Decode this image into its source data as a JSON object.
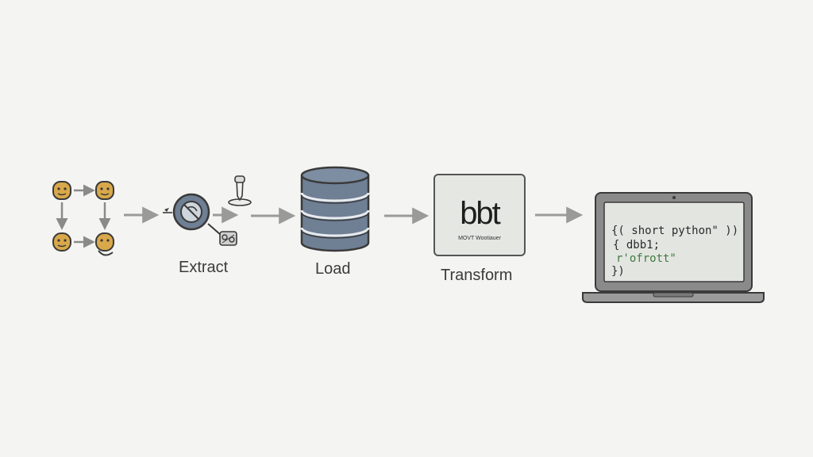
{
  "steps": {
    "extract_label": "Extract",
    "load_label": "Load",
    "transform_label": "Transform"
  },
  "dbt_box": {
    "logo_text": "bbt",
    "subtitle": "MOVT Wootiauer"
  },
  "laptop_code": {
    "line1": "{( short python\" ))",
    "line2": "{ dbb1;",
    "line3": "r'ofrott\"",
    "line4": "})"
  },
  "colors": {
    "background": "#f4f4f2",
    "arrow": "#9a9a9a",
    "node_fill": "#d9a84a",
    "db_fill": "#6f7f94",
    "outline": "#4a4a4a",
    "code_green": "#3d7a3d"
  },
  "icons": [
    "data-node-icon",
    "extract-lens-icon",
    "pin-icon",
    "gear-package-icon",
    "database-icon",
    "laptop-icon"
  ]
}
